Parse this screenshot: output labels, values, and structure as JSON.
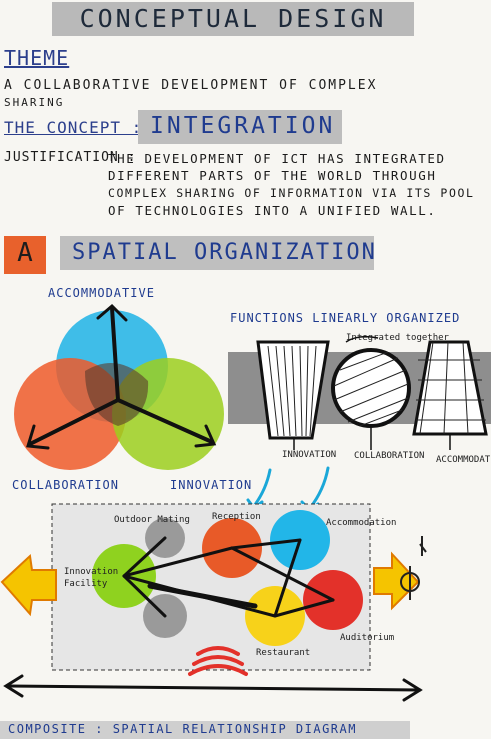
{
  "header": {
    "title": "CONCEPTUAL DESIGN"
  },
  "theme": {
    "label": "THEME",
    "lines": [
      "A COLLABORATIVE DEVELOPMENT OF COMPLEX",
      "SHARING"
    ]
  },
  "concept": {
    "label": "THE CONCEPT :",
    "value": "INTEGRATION"
  },
  "justification": {
    "label": "JUSTIFICATION :",
    "lines": [
      "THE DEVELOPMENT OF ICT HAS INTEGRATED",
      "DIFFERENT PARTS OF THE WORLD THROUGH",
      "COMPLEX SHARING OF INFORMATION VIA ITS POOL",
      "OF TECHNOLOGIES INTO A UNIFIED WALL."
    ]
  },
  "section": {
    "letter": "A",
    "title": "SPATIAL ORGANIZATION"
  },
  "venn": {
    "top_label": "ACCOMMODATIVE",
    "bottom_left_label": "COLLABORATION",
    "bottom_right_label": "INNOVATION",
    "colors": {
      "cyan": "#1fb3e6",
      "orange": "#ee5a2a",
      "green": "#9ccf1e"
    }
  },
  "linear": {
    "title": "FUNCTIONS LINEARLY ORGANIZED",
    "note": "Integrated together",
    "labels": [
      "INNOVATION",
      "COLLABORATION",
      "ACCOMMODATIVE"
    ]
  },
  "bubble": {
    "labels": {
      "outdoor": "Outdoor Mating",
      "reception": "Reception",
      "accommodation": "Accommodation",
      "innovation": "Innovation Facility",
      "auditorium": "Auditorium",
      "restaurant": "Restaurant"
    },
    "colors": {
      "gray": "#9a9a9a",
      "orange": "#e85a28",
      "cyan": "#22b6e8",
      "green": "#8fd21f",
      "yellow": "#f7d21a",
      "red": "#e3312a"
    }
  },
  "footer": {
    "title": "COMPOSITE : SPATIAL RELATIONSHIP DIAGRAM"
  }
}
